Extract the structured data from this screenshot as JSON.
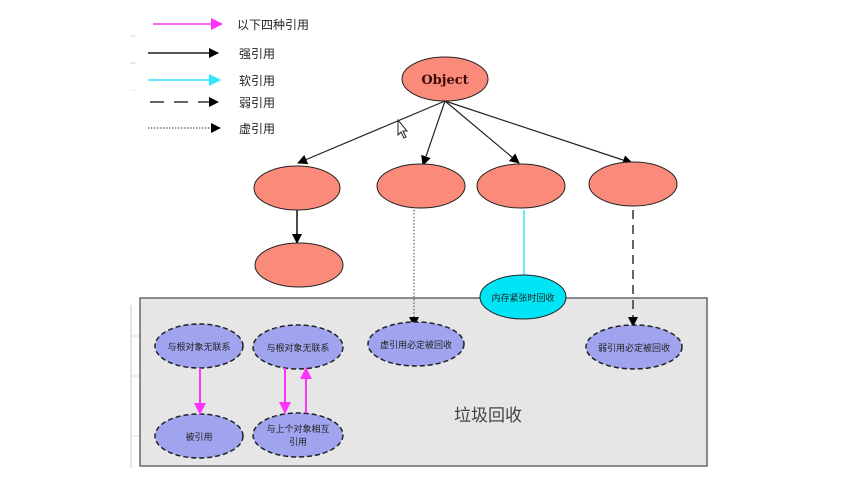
{
  "legend": {
    "items": [
      {
        "label": "以下四种引用",
        "style": "magenta-solid"
      },
      {
        "label": "强引用",
        "style": "black-solid"
      },
      {
        "label": "软引用",
        "style": "cyan-solid"
      },
      {
        "label": "弱引用",
        "style": "black-dashed"
      },
      {
        "label": "虚引用",
        "style": "black-dotted"
      }
    ]
  },
  "colors": {
    "object_node": "#fa8a7a",
    "soft_node": "#00e5f5",
    "gc_node": "#a0a4ee",
    "gc_box": "#e6e6e6",
    "magenta": "#ff33ff",
    "cyan": "#66eeff"
  },
  "diagram": {
    "root": "Object",
    "soft_collect": "内存紧张时回收",
    "gc_area_label": "垃圾回收",
    "phantom_collect": "虚引用必定被回收",
    "weak_collect": "弱引用必定被回收",
    "unlinked_a": "与根对象无联系",
    "referenced": "被引用",
    "unlinked_b": "与根对象无联系",
    "mutual_line1": "与上个对象相互",
    "mutual_line2": "引用"
  }
}
